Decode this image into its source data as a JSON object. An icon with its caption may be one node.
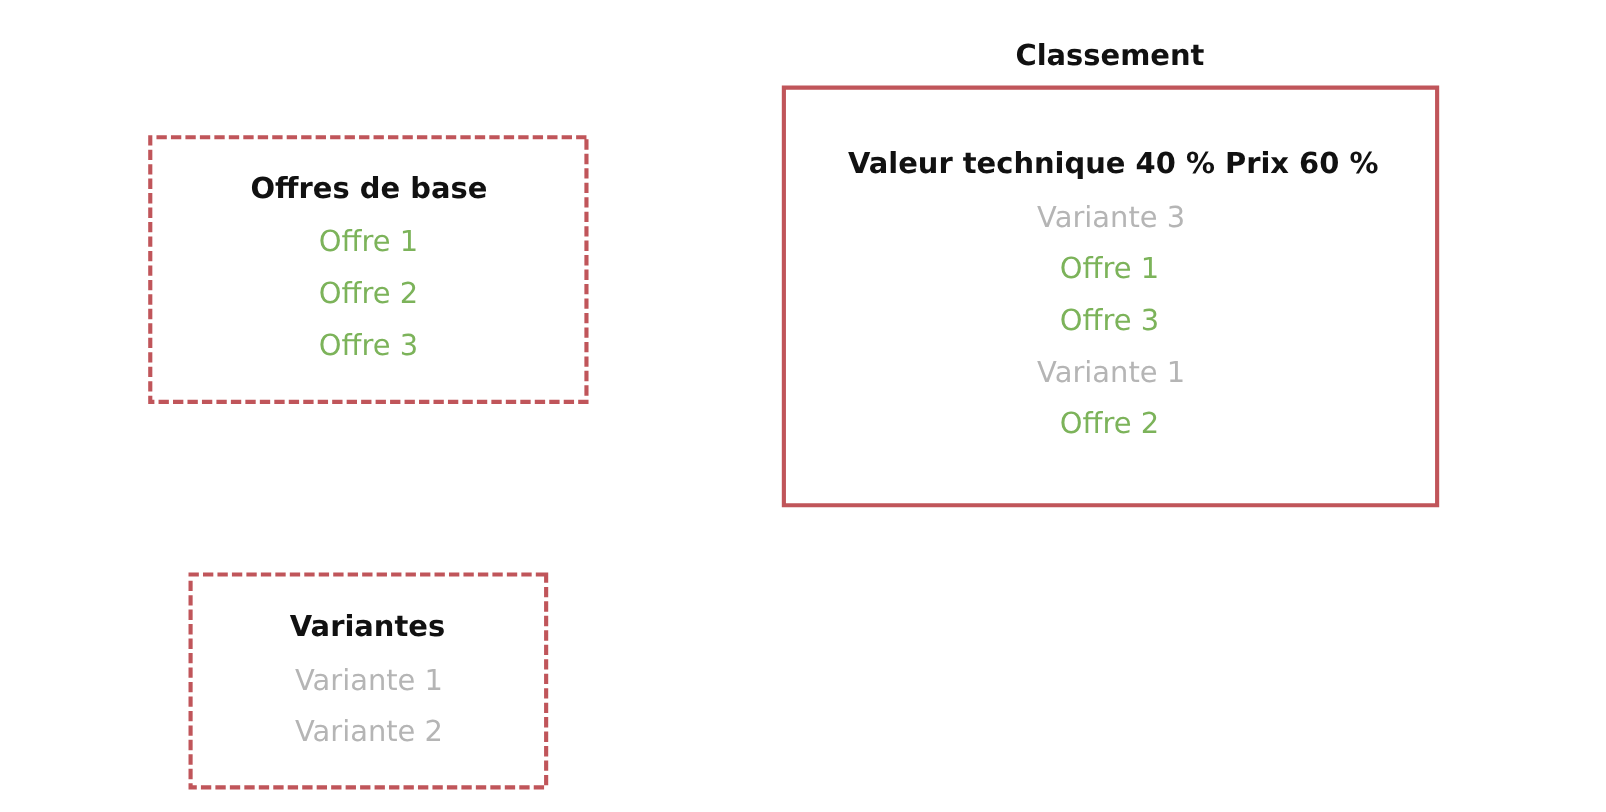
{
  "diagram": {
    "nodes": [
      {
        "text": [
          "Offres de base",
          "Offre 1",
          "Offre 2",
          "Offre 3"
        ]
      },
      {
        "text": [
          "Variantes",
          "Variante 1",
          "Variante 2"
        ]
      },
      {
        "text": [
          "Classement",
          "Valeur technique 40 % Prix 60 %",
          "Variante 3",
          "Offre 1",
          "Offre 3",
          "Variante 1",
          "Offre 2"
        ]
      }
    ]
  }
}
